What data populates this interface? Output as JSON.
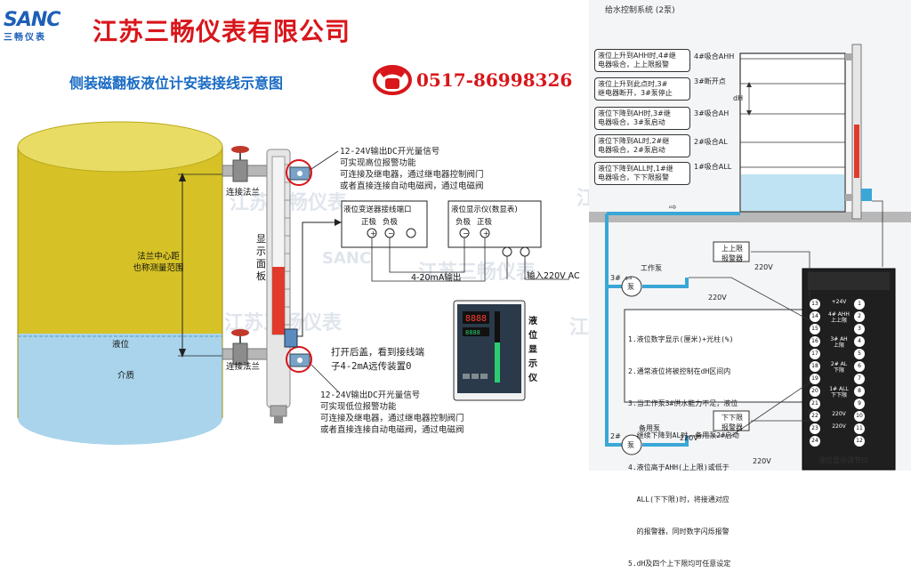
{
  "header": {
    "logo_text": "SANC",
    "logo_sub": "三畅仪表",
    "company": "江苏三畅仪表有限公司",
    "subtitle": "侧装磁翻板液位计安装接线示意图",
    "phone": "0517-86998326"
  },
  "tank": {
    "flange_label": "法兰中心距\n也称测量范围",
    "level_label": "液位",
    "medium_label": "介质",
    "flange_top": "连接法兰",
    "flange_bottom": "连接法兰",
    "panel_label": "显示面板"
  },
  "notes": {
    "top_switch": "12-24V输出DC开光量信号\n可实现高位报警功能\n可连接及继电器，通过继电器控制阀门\n或者直接连接自动电磁阀，通过电磁阀",
    "open_cover": "打开后盖，看到接线端\n子4-2mA远传装置0",
    "bottom_switch": "12-24V输出DC开光量信号\n可实现低位报警功能\n可连接及继电器，通过继电器控制阀门\n或者直接连接自动电磁阀，通过电磁阀"
  },
  "wiring": {
    "transmitter_box": "液位变送器接线端口",
    "tx_pos": "正极",
    "tx_neg": "负极",
    "display_box": "液位显示仪(数显表)",
    "dp_neg": "负极",
    "dp_pos": "正极",
    "signal_label": "4-20mA输出",
    "power_label": "输入220V AC",
    "meter_label": "液位显示仪"
  },
  "right": {
    "title": "给水控制系统 (2泵)",
    "conditions": [
      "液位上升到AHH时,4#继\n电器吸合，上上限报警",
      "液位上升到此点时,3#\n继电器断开，3#泵停止",
      "液位下降到AH时,3#继\n电器吸合，3#泵启动",
      "液位下降到AL时,2#继\n电器吸合，2#泵启动",
      "液位下降到ALL时,1#继\n电器吸合，下下限报警"
    ],
    "points": [
      "4#吸合AHH",
      "3#断开点",
      "3#吸合AH",
      "2#吸合AL",
      "1#吸合ALL"
    ],
    "dh": "dH",
    "upper_alarm": "上上限\n报警器",
    "lower_alarm": "下下限\n报警器",
    "work_pump": "工作泵",
    "spare_pump": "备用泵",
    "pump_no3": "3#",
    "pump_no2": "2#",
    "pump_char": "泵",
    "v220": "220V",
    "controller_label": "液位显示调节仪",
    "info": [
      "1.液位数字显示(厘米)+光柱(%)",
      "2.通常液位将被控制在dH区间内",
      "3.当工作泵3#供水能力不足，液位",
      "  继续下降到AL时，备用泵2#启动",
      "4.液位高于AHH(上上限)或低于",
      "  ALL(下下限)时，将接通对应",
      "  的报警器，同时数字闪烁报警",
      "5.dH及四个上下限均可任意设定"
    ],
    "terminals_left": [
      "13",
      "14",
      "15",
      "16",
      "17",
      "18",
      "19",
      "20",
      "21",
      "22",
      "23",
      "24"
    ],
    "terminals_right": [
      "1",
      "2",
      "3",
      "4",
      "5",
      "6",
      "7",
      "8",
      "9",
      "10",
      "11",
      "12"
    ],
    "relay_labels": [
      "+24V",
      "4# AHH\n上上限",
      "3# AH\n上限",
      "2# AL\n下限",
      "1# ALL\n下下限",
      "220V",
      "220V"
    ]
  },
  "watermark": {
    "text": "江苏三畅仪表",
    "logo": "SANC",
    "logo_sub": "三畅仪表"
  },
  "colors": {
    "tank_yellow": "#d6c226",
    "water_blue": "#a9d4ec",
    "pipe_blue": "#3aa7d6",
    "red": "#d8161b",
    "brand_blue": "#1d5fb8"
  }
}
